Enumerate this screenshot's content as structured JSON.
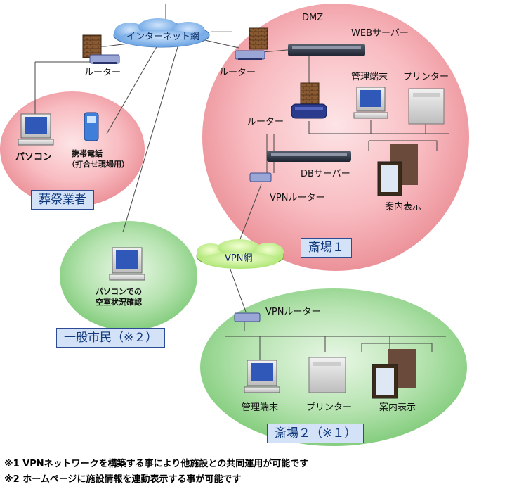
{
  "network": {
    "internet": "インターネット網",
    "vpn": "VPN網"
  },
  "funeral_company": {
    "tag": "葬祭業者",
    "router": "ルーター",
    "pc": "パソコン",
    "mobile": "携帯電話",
    "mobile_sub": "（打合せ現場用）"
  },
  "crematorium_1": {
    "tag": "斎場１",
    "dmz": "DMZ",
    "web_server": "WEBサーバー",
    "router_top": "ルーター",
    "router_inner": "ルーター",
    "terminal": "管理端末",
    "printer": "プリンター",
    "db_server": "DBサーバー",
    "vpn_router": "VPNルーター",
    "display": "案内表示"
  },
  "citizen": {
    "tag": "一般市民（※２）",
    "pc_line1": "パソコンでの",
    "pc_line2": "空室状況確認"
  },
  "crematorium_2": {
    "tag": "斎場２（※１）",
    "vpn_router": "VPNルーター",
    "terminal": "管理端末",
    "printer": "プリンター",
    "display": "案内表示"
  },
  "notes": {
    "note1": "※1 VPNネットワークを構築する事により他施設との共同運用が可能です",
    "note2": "※2 ホームページに施設情報を連動表示する事が可能です"
  },
  "colors": {
    "pink_zone": "#f7b6bb",
    "green_zone": "#a9dea4",
    "cloud": "#7fb4ea",
    "tag_bg": "#d3e2f6",
    "tag_border": "#2d4b94"
  }
}
